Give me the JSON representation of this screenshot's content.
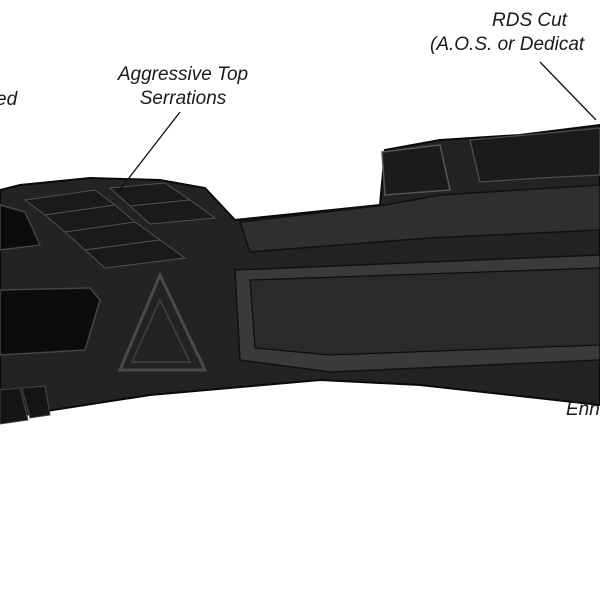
{
  "callouts": {
    "aggressive_top_serrations": [
      "Aggressive Top",
      "Serrations"
    ],
    "rds_cut": [
      "RDS Cut",
      "(A.O.S. or Dedicat"
    ],
    "left_partial": [
      "ed"
    ],
    "right_partial": [
      "Enh"
    ]
  },
  "colors": {
    "background": "#ffffff",
    "slide_dark": "#1f1f1f",
    "slide_mid": "#2b2b2b",
    "slide_face": "#3a3a3a",
    "outline": "#0a0a0a",
    "text": "#1a1a1a"
  }
}
